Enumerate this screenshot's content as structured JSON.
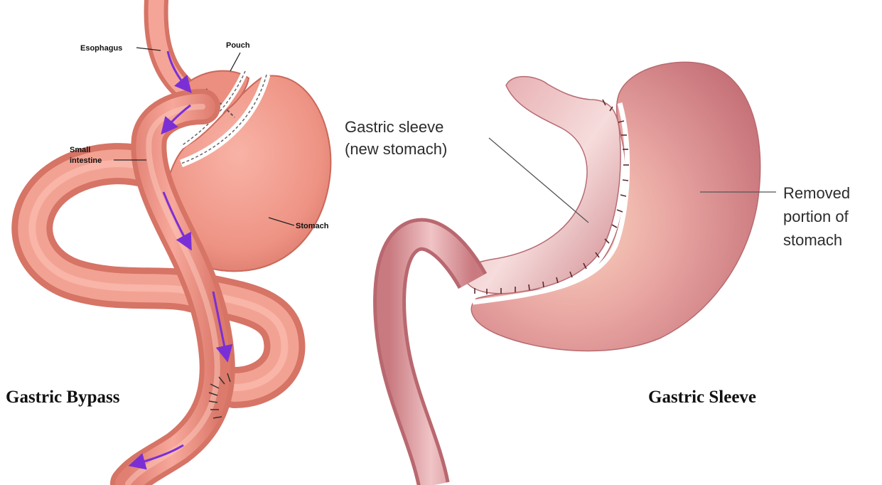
{
  "bypass": {
    "caption": "Gastric Bypass",
    "labels": {
      "esophagus": "Esophagus",
      "pouch": "Pouch",
      "small_intestine_line1": "Small",
      "small_intestine_line2": "intestine",
      "stomach": "Stomach"
    }
  },
  "sleeve": {
    "caption": "Gastric Sleeve",
    "labels": {
      "sleeve_line1": "Gastric sleeve",
      "sleeve_line2": "(new stomach)",
      "removed_line1": "Removed",
      "removed_line2": "portion of",
      "removed_line3": "stomach"
    }
  },
  "colors": {
    "tissue": "#ee9384",
    "tissue_dark": "#c9685a",
    "sleeve_tissue": "#d98e91",
    "removed_tissue": "#cf7f83",
    "flow_arrow": "#7a2fd6"
  }
}
